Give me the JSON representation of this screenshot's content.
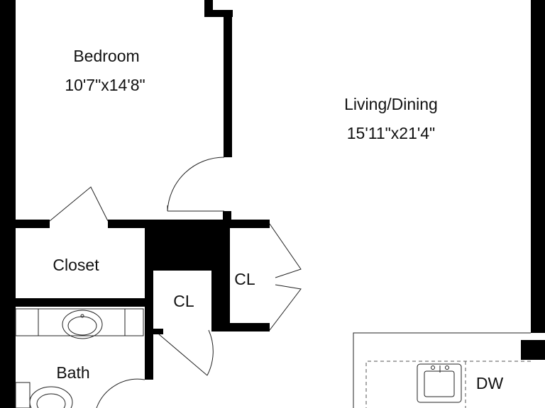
{
  "plan": {
    "wall_color": "#000000",
    "line_color": "#222222",
    "background": "#ffffff"
  },
  "rooms": {
    "bedroom": {
      "name": "Bedroom",
      "size": "10'7\"x14'8\""
    },
    "living_dining": {
      "name": "Living/Dining",
      "size": "15'11\"x21'4\""
    },
    "closet": {
      "name": "Closet"
    },
    "closet_small": {
      "name": "CL"
    },
    "closet_hall": {
      "name": "CL"
    },
    "bath": {
      "name": "Bath"
    }
  },
  "fixtures": {
    "dishwasher": "DW",
    "icons": [
      "bathroom-sink-icon",
      "kitchen-sink-icon",
      "toilet-icon",
      "door-swing-icon",
      "bifold-door-icon"
    ]
  }
}
